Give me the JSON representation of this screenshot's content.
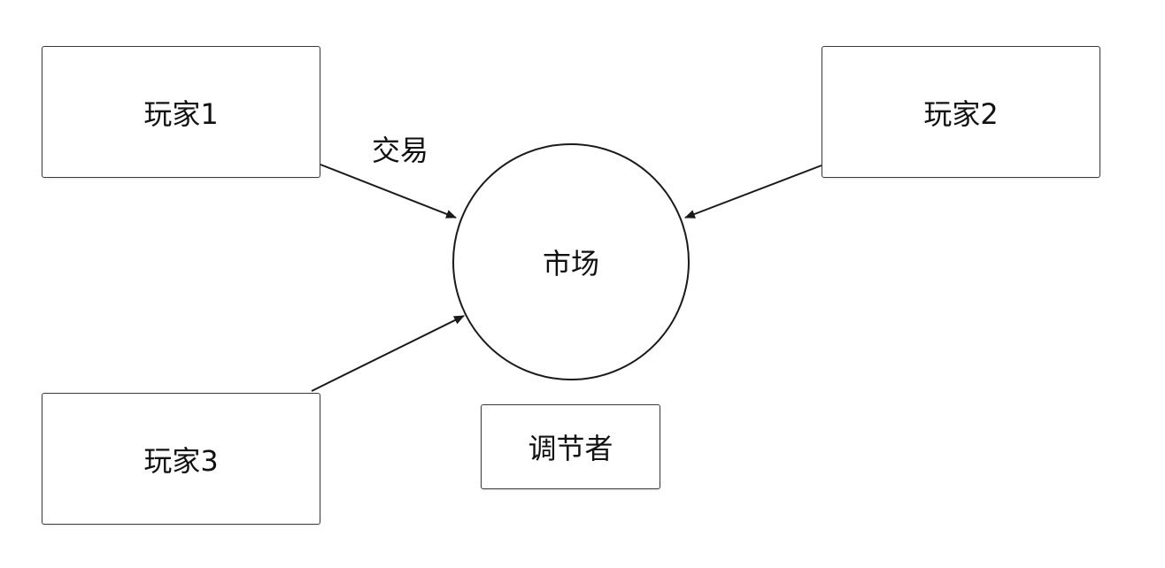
{
  "nodes": {
    "player1": "玩家1",
    "player2": "玩家2",
    "player3": "玩家3",
    "market": "市场",
    "regulator": "调节者"
  },
  "edges": {
    "player1_to_market_label": "交易"
  },
  "colors": {
    "stroke": "#1a1a1a",
    "background": "#ffffff"
  }
}
